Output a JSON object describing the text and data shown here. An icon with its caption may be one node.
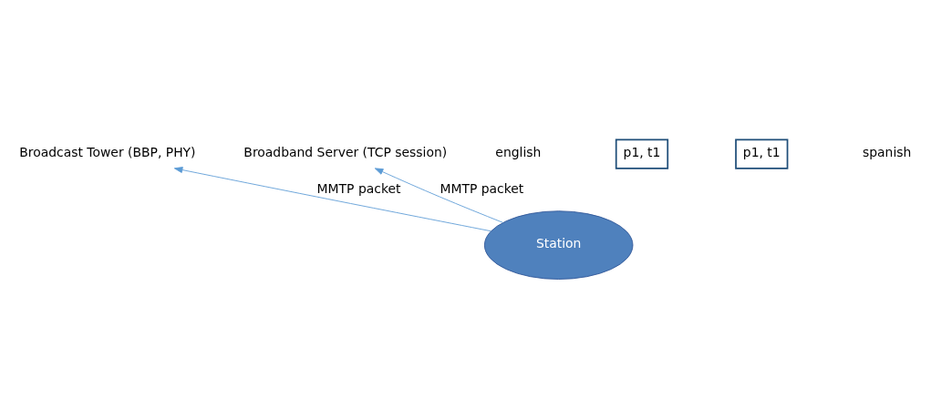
{
  "diagram": {
    "nodes": [
      {
        "text": [
          "Station"
        ]
      },
      {
        "text": [
          "Broadcast Tower (BBP, PHY)"
        ]
      },
      {
        "text": [
          "Broadband Server (TCP session)"
        ]
      },
      {
        "text": [
          "p1, t1"
        ]
      },
      {
        "text": [
          "p1, t1"
        ]
      }
    ],
    "edges": [
      {
        "from": 0,
        "to": 1,
        "arrow": "to",
        "label": "MMTP packet"
      },
      {
        "from": 0,
        "to": 2,
        "arrow": "to",
        "label": "MMTP packet"
      }
    ],
    "labels": [
      "english",
      "spanish"
    ]
  }
}
